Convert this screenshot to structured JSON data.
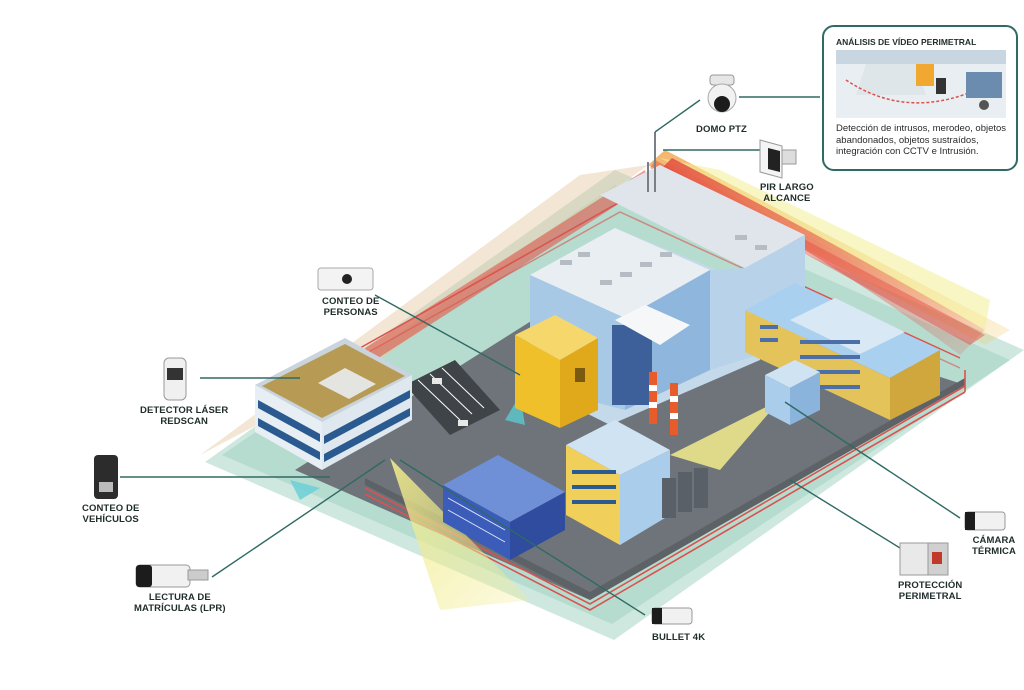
{
  "analysis_box": {
    "title": "ANÁLISIS DE VÍDEO PERIMETRAL",
    "description_lines": [
      "Detección de intrusos, merodeo, objetos",
      "abandonados,        objetos       sustraídos,",
      "integración con CCTV e Intrusión."
    ]
  },
  "labels": {
    "domo_ptz": [
      "DOMO PTZ"
    ],
    "pir_largo_alcance": [
      "PIR LARGO",
      "ALCANCE"
    ],
    "conteo_personas": [
      "CONTEO DE",
      "PERSONAS"
    ],
    "detector_laser": [
      "DETECTOR LÁSER",
      "REDSCAN"
    ],
    "conteo_vehiculos": [
      "CONTEO DE",
      "VEHÍCULOS"
    ],
    "lectura_matriculas": [
      "LECTURA DE",
      "MATRÍCULAS (LPR)"
    ],
    "bullet_4k": [
      "BULLET 4K"
    ],
    "proteccion_perimetral": [
      "PROTECCIÓN",
      "PERIMETRAL"
    ],
    "camara_termica": [
      "CÁMARA",
      "TÉRMICA"
    ]
  },
  "colors": {
    "ground_teal": "#b9ddd2",
    "ground_teal_dark": "#9fcfc0",
    "pavement": "#6c7278",
    "fence_red": "#d9534f",
    "detection_red": "#e34a3e",
    "camera_yellow": "#ede89a",
    "leader_line": "#2f6a63",
    "building_blue": "#a9cdea",
    "building_yellow": "#f0c02a"
  },
  "icons": [
    "ptz-dome-camera-icon",
    "pir-sensor-icon",
    "people-counter-icon",
    "laser-detector-icon",
    "vehicle-counter-icon",
    "lpr-camera-icon",
    "bullet-camera-icon",
    "perimeter-protection-icon",
    "thermal-camera-icon"
  ]
}
